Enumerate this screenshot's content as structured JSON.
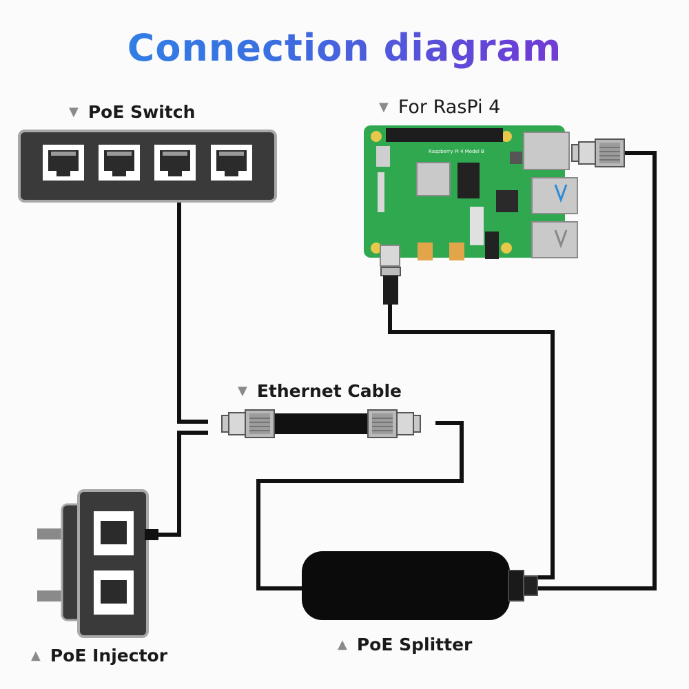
{
  "title": "Connection diagram",
  "labels": {
    "poe_switch": "PoE Switch",
    "raspi": "For RasPi 4",
    "ethernet_cable": "Ethernet Cable",
    "poe_injector": "PoE Injector",
    "poe_splitter": "PoE Splitter"
  },
  "board": {
    "model_text": "Raspberry Pi 4 Model B"
  },
  "glyphs": {
    "down": "▼",
    "up": "▲"
  },
  "colors": {
    "pcb": "#2fa84f",
    "device_dark": "#2b2b2b",
    "wire": "#111111"
  }
}
